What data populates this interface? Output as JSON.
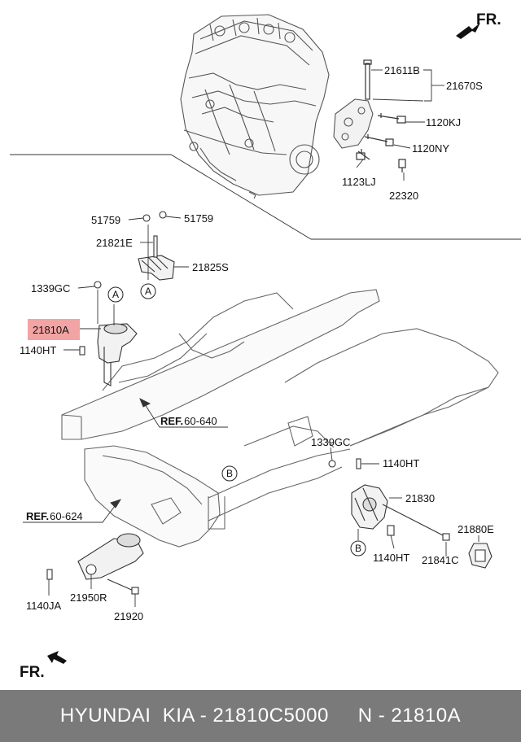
{
  "footer": {
    "text": "HYUNDAI  KIA - 21810C5000     N - 21810A"
  },
  "front_marker": "FR.",
  "highlight_color": "#f2a3a3",
  "engine_labels": {
    "p21611B": "21611B",
    "p21670S": "21670S",
    "p1120KJ": "1120KJ",
    "p1120NY": "1120NY",
    "p1123LJ": "1123LJ",
    "p22320": "22320"
  },
  "bracket_labels": {
    "p51759_left": "51759",
    "p51759_right": "51759",
    "p21821E": "21821E",
    "p21825S": "21825S"
  },
  "left_mount_labels": {
    "p1339GC": "1339GC",
    "p21810A": "21810A",
    "p1140HT": "1140HT"
  },
  "right_mount_labels": {
    "p1339GC": "1339GC",
    "p1140HT_top": "1140HT",
    "p21830": "21830",
    "p1140HT_bottom": "1140HT",
    "p21841C": "21841C",
    "p21880E": "21880E"
  },
  "rear_mount_labels": {
    "p1140JA": "1140JA",
    "p21950R": "21950R",
    "p21920": "21920"
  },
  "refs": {
    "ref1_bold": "REF.",
    "ref1_num": "60-640",
    "ref2_bold": "REF.",
    "ref2_num": "60-624"
  },
  "circle_markers": {
    "a": "A",
    "b": "B"
  }
}
